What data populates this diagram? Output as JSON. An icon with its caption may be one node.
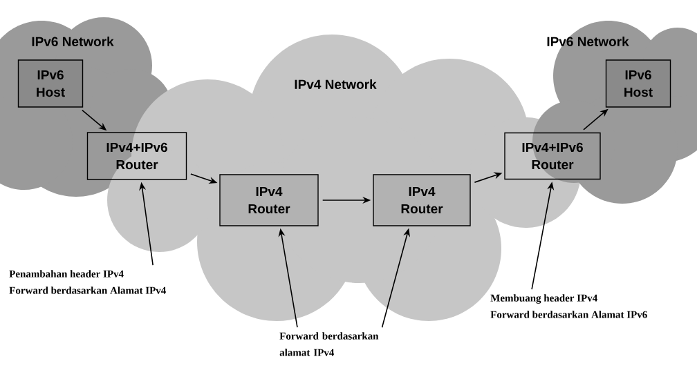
{
  "diagram": {
    "nodes": [
      {
        "text": [
          "IPv6 Network"
        ]
      },
      {
        "text": [
          "IPv6 Host"
        ],
        "in": 0
      },
      {
        "text": [
          "IPv4 Network"
        ]
      },
      {
        "text": [
          "IPv4+IPv6 Router"
        ]
      },
      {
        "text": [
          "IPv4 Router"
        ],
        "in": 2
      },
      {
        "text": [
          "IPv4 Router"
        ],
        "in": 2
      },
      {
        "text": [
          "IPv6 Network"
        ]
      },
      {
        "text": [
          "IPv6 Host"
        ],
        "in": 6
      },
      {
        "text": [
          "IPv4+IPv6 Router"
        ]
      },
      {
        "text": [
          "Penambahan header IPv4",
          "Forward berdasarkan Alamat IPv4"
        ]
      },
      {
        "text": [
          "Forward berdasarkan alamat IPv4"
        ]
      },
      {
        "text": [
          "Membuang header IPv4",
          "Forward berdasarkan Alamat IPv6"
        ]
      }
    ],
    "edges": [
      {
        "from": 1,
        "to": 3,
        "arrow": "to"
      },
      {
        "from": 3,
        "to": 4,
        "arrow": "to"
      },
      {
        "from": 4,
        "to": 5,
        "arrow": "to"
      },
      {
        "from": 5,
        "to": 8,
        "arrow": "to"
      },
      {
        "from": 8,
        "to": 7,
        "arrow": "to"
      },
      {
        "from": 9,
        "to": 3,
        "arrow": "to"
      },
      {
        "from": 10,
        "to": 4,
        "arrow": "to"
      },
      {
        "from": 10,
        "to": 5,
        "arrow": "to"
      },
      {
        "from": 11,
        "to": 8,
        "arrow": "to"
      }
    ]
  }
}
